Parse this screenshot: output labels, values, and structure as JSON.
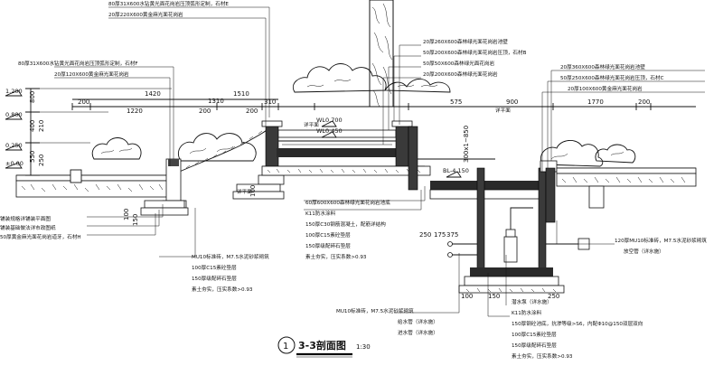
{
  "title": {
    "number": "1",
    "text": "3-3剖面图",
    "scale": "1:30"
  },
  "elevations": {
    "left": [
      "1.200",
      "0.800",
      "0.250",
      "±0.00"
    ],
    "water": [
      "WL0.700",
      "WL0.450",
      "BL-4.150"
    ]
  },
  "dimensions": {
    "top": [
      "200",
      "1420",
      "1510",
      "310",
      "575",
      "900",
      "1770",
      "200"
    ],
    "second": [
      "1220",
      "200",
      "1310",
      "200"
    ],
    "left_vertical": [
      "800",
      "400",
      "550",
      "210",
      "250"
    ],
    "small": [
      "100",
      "150",
      "100",
      "250",
      "175",
      "375",
      "100",
      "150",
      "250",
      "300x1~850"
    ]
  },
  "labels": {
    "detail_ref": "详平面",
    "detail_ref_2": "详平面"
  },
  "notes_top": [
    "80厚31X600水钻黄光面花岗岩压顶弧形定制，石材E",
    "20厚220X600黄金麻光面花岗岩",
    "80厚31X600水钻黄光面花岗岩压顶弧形定制，石材F",
    "20厚120X600黄金麻光面花岗岩"
  ],
  "notes_top_mid": [
    "20厚260X600森林绿光面花岗岩池壁",
    "50厚200X600森林绿光面花岗岩压顶，石材B",
    "50厚50X600森林绿光面花岗岩",
    "20厚200X600森林绿光面花岗岩"
  ],
  "notes_top_right": [
    "20厚360X600森林绿光面花岗岩池壁",
    "50厚250X600森林绿光面花岗岩压顶，石材C",
    "20厚100X600黄金麻光面花岗岩"
  ],
  "notes_left": [
    "铺装规格详铺装平面图",
    "铺装基础做法详市政图纸",
    "50厚黄金麻光面花岗岩道牙，石材H"
  ],
  "notes_mid": [
    "60厚600X600森林绿光面花岗岩池底",
    "K11防水涂料",
    "150厚C30钢筋混凝土，配筋详结构",
    "100厚C15素砼垫层",
    "150厚级配碎石垫层",
    "素土夯实，压实系数>0.93"
  ],
  "notes_low_left": [
    "MU10标准砖，M7.5水泥砂浆砌筑",
    "100厚C15素砼垫层",
    "150厚级配碎石垫层",
    "素土夯实，压实系数>0.93"
  ],
  "notes_right": [
    "120厚MU10标准砖，M7.5水泥砂浆砌筑",
    "放空管（详水施）"
  ],
  "notes_bottom_left": [
    "MU10标准砖，M7.5水泥砂浆砌筑",
    "给水管（详水施）",
    "进水管（详水施）"
  ],
  "notes_bottom_right": [
    "潜水泵（详水施）",
    "K11防水涂料",
    "150厚钢砼池底，抗渗等级>S6，内配Φ10@150双层双向",
    "100厚C15素砼垫层",
    "150厚级配碎石垫层",
    "素土夯实，压实系数>0.93"
  ]
}
